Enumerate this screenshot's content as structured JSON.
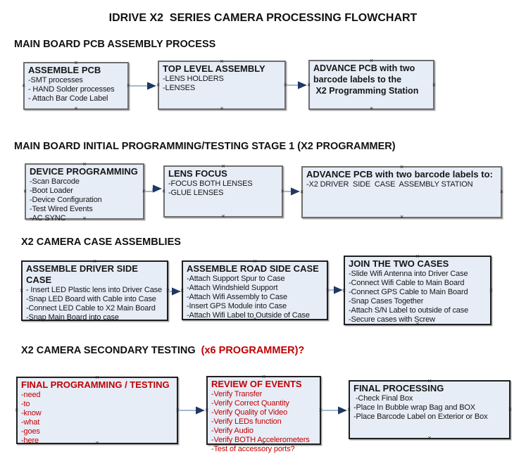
{
  "title": "IDRIVE X2  SERIES CAMERA PROCESSING FLOWCHART",
  "colors": {
    "box_fill": "#e7edf7",
    "connector_line": "#87a1c3",
    "connector_arrow": "#1f3864",
    "accent_red": "#c00000",
    "text": "#161616"
  },
  "sections": [
    {
      "heading": "MAIN BOARD PCB ASSEMBLY PROCESS"
    },
    {
      "heading": "MAIN BOARD INITIAL PROGRAMMING/TESTING STAGE 1 (X2 PROGRAMMER)"
    },
    {
      "heading": "X2 CAMERA CASE ASSEMBLIES"
    },
    {
      "heading": "X2 CAMERA SECONDARY TESTING ",
      "heading_red": " (x6 PROGRAMMER)?"
    }
  ],
  "boxes": [
    {
      "title": "ASSEMBLE PCB",
      "items": [
        "-SMT processes",
        "- HAND Solder processes",
        "- Attach Bar Code Label"
      ]
    },
    {
      "title": "TOP LEVEL ASSEMBLY",
      "items": [
        "-LENS HOLDERS",
        "-LENSES"
      ]
    },
    {
      "title_lines": [
        "ADVANCE PCB with two",
        "barcode labels to the",
        " X2 Programming Station"
      ]
    },
    {
      "title": "DEVICE PROGRAMMING",
      "items": [
        "-Scan Barcode",
        "-Boot Loader",
        "-Device Configuration",
        "-Test Wired Events",
        "-AC SYNC"
      ]
    },
    {
      "title": "LENS FOCUS",
      "items": [
        "-FOCUS BOTH LENSES",
        "-GLUE LENSES"
      ]
    },
    {
      "title": "ADVANCE PCB with two barcode labels to:",
      "items": [
        "-X2 DRIVER  SIDE  CASE  ASSEMBLY STATION"
      ]
    },
    {
      "title": "ASSEMBLE DRIVER SIDE CASE",
      "items": [
        "- Insert LED Plastic lens into Driver Case",
        "-Snap LED Board with Cable into Case",
        "-Connect LED Cable to X2 Main Board",
        "-Snap Main Board into case"
      ]
    },
    {
      "title": "ASSEMBLE ROAD SIDE CASE",
      "items": [
        "-Attach Support Spur to Case",
        "-Attach Windshield Support",
        "-Attach Wifi Assembly to Case",
        "-Insert GPS Module into Case",
        "-Attach Wifi Label to Outside of Case"
      ]
    },
    {
      "title": "JOIN THE TWO CASES",
      "items": [
        "-Slide Wifi Antenna into Driver Case",
        "-Connect Wifi Cable to Main Board",
        "-Connect GPS Cable to Main Board",
        "-Snap Cases Together",
        "-Attach S/N Label to outside of case",
        "-Secure cases with Screw"
      ]
    },
    {
      "title": "FINAL PROGRAMMING / TESTING",
      "items": [
        "-need",
        "-to",
        "-know",
        "-what",
        "-goes",
        "-here"
      ]
    },
    {
      "title": "REVIEW OF EVENTS",
      "items": [
        "-Verify Transfer",
        "-Verify Correct Quantity",
        "-Verify Quality of Video",
        "-Verify LEDs function",
        "-Verify Audio",
        "-Verify BOTH Accelerometers",
        "-Test of accessory ports?"
      ]
    },
    {
      "title": "FINAL PROCESSING",
      "items": [
        " -Check Final Box",
        "-Place In Bubble wrap Bag and BOX",
        "-Place Barcode Label on Exterior or Box"
      ]
    }
  ]
}
